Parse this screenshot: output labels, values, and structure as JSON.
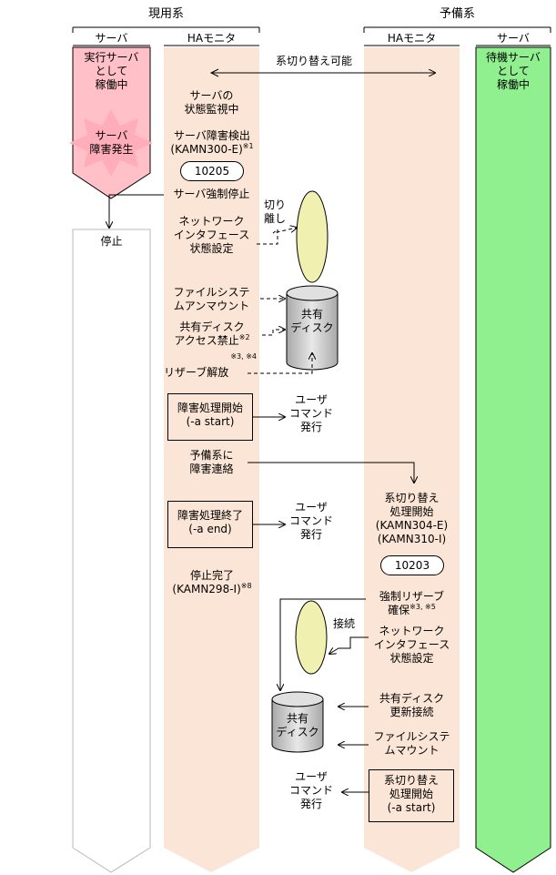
{
  "headers": {
    "active_system": "現用系",
    "standby_system": "予備系"
  },
  "columns": {
    "active_server": "サーバ",
    "active_ha": "HAモニタ",
    "standby_ha": "HAモニタ",
    "standby_server": "サーバ"
  },
  "active_server_lane": {
    "running": [
      "実行サーバ",
      "として",
      "稼働中"
    ],
    "failure": [
      "サーバ",
      "障害発生"
    ],
    "stopped": "停止"
  },
  "standby_server_lane": {
    "standby": [
      "待機サーバ",
      "として",
      "稼働中"
    ]
  },
  "switchover_possible": "系切り替え可能",
  "active_ha_steps": {
    "monitoring": [
      "サーバの",
      "状態監視中"
    ],
    "failure_detect": "サーバ障害検出",
    "failure_detect_msg": "(KAMN300-E)",
    "failure_detect_note": "※1",
    "failure_code": "10205",
    "forced_stop": "サーバ強制停止",
    "network_state": [
      "ネットワーク",
      "インタフェース",
      "状態設定"
    ],
    "detach": [
      "切り",
      "離し"
    ],
    "fs_unmount": [
      "ファイルシステ",
      "ムアンマウント"
    ],
    "shared_disk_label": [
      "共有",
      "ディスク"
    ],
    "disk_prohibit": [
      "共有ディスク",
      "アクセス禁止"
    ],
    "disk_prohibit_note": "※2",
    "reserve_release": "リザーブ解放",
    "reserve_release_note": "※3, ※4",
    "failure_start_box": [
      "障害処理開始",
      "(-a start)"
    ],
    "user_cmd_1": [
      "ユーザ",
      "コマンド",
      "発行"
    ],
    "notify_standby": [
      "予備系に",
      "障害連絡"
    ],
    "failure_end_box": [
      "障害処理終了",
      "(-a end)"
    ],
    "user_cmd_2": [
      "ユーザ",
      "コマンド",
      "発行"
    ],
    "stop_complete": [
      "停止完了",
      "(KAMN298-I)"
    ],
    "stop_complete_note": "※8"
  },
  "standby_ha_steps": {
    "switch_start": [
      "系切り替え",
      "処理開始",
      "(KAMN304-E)",
      "(KAMN310-I)"
    ],
    "switch_code": "10203",
    "forced_reserve": [
      "強制リザーブ",
      "確保"
    ],
    "forced_reserve_note": "※3, ※5",
    "connect": "接続",
    "network_state": [
      "ネットワーク",
      "インタフェース",
      "状態設定"
    ],
    "disk_connect": [
      "共有ディスク",
      "更新接続"
    ],
    "fs_mount": [
      "ファイルシステ",
      "ムマウント"
    ],
    "shared_disk_label": [
      "共有",
      "ディスク"
    ],
    "switch_start_box": [
      "系切り替え",
      "処理開始",
      "(-a start)"
    ],
    "user_cmd": [
      "ユーザ",
      "コマンド",
      "発行"
    ]
  },
  "colors": {
    "lane_orange": "#fbe5d6",
    "server_pink": "#ffc0c8",
    "burst_pink": "#ffaeb9",
    "standby_green": "#90f090",
    "disk_gray": "#c8c8c8",
    "oval_yellow": "#f0f0b0"
  }
}
